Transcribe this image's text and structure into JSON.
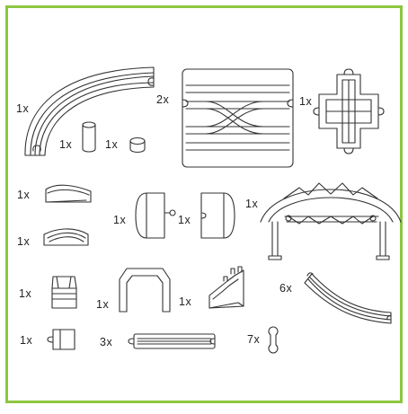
{
  "parts_sheet": {
    "border_color": "#8dc63f",
    "line_color": "#333333",
    "parts": [
      {
        "id": "curved-track",
        "quantity": "1x"
      },
      {
        "id": "round-peg",
        "quantity": "1x"
      },
      {
        "id": "short-peg",
        "quantity": "1x"
      },
      {
        "id": "double-crossover-switch",
        "quantity": "2x"
      },
      {
        "id": "crossing-plate",
        "quantity": "1x"
      },
      {
        "id": "ramp-piece-a",
        "quantity": "1x"
      },
      {
        "id": "ramp-piece-b",
        "quantity": "1x"
      },
      {
        "id": "half-round-connector-male",
        "quantity": "1x"
      },
      {
        "id": "half-round-connector-female",
        "quantity": "1x"
      },
      {
        "id": "arched-bridge",
        "quantity": "1x"
      },
      {
        "id": "pillar-block",
        "quantity": "1x"
      },
      {
        "id": "tunnel",
        "quantity": "1x"
      },
      {
        "id": "stepped-ramp",
        "quantity": "1x"
      },
      {
        "id": "curved-track-short",
        "quantity": "6x"
      },
      {
        "id": "end-block",
        "quantity": "1x"
      },
      {
        "id": "straight-track",
        "quantity": "3x"
      },
      {
        "id": "track-connector-clip",
        "quantity": "7x"
      }
    ]
  }
}
